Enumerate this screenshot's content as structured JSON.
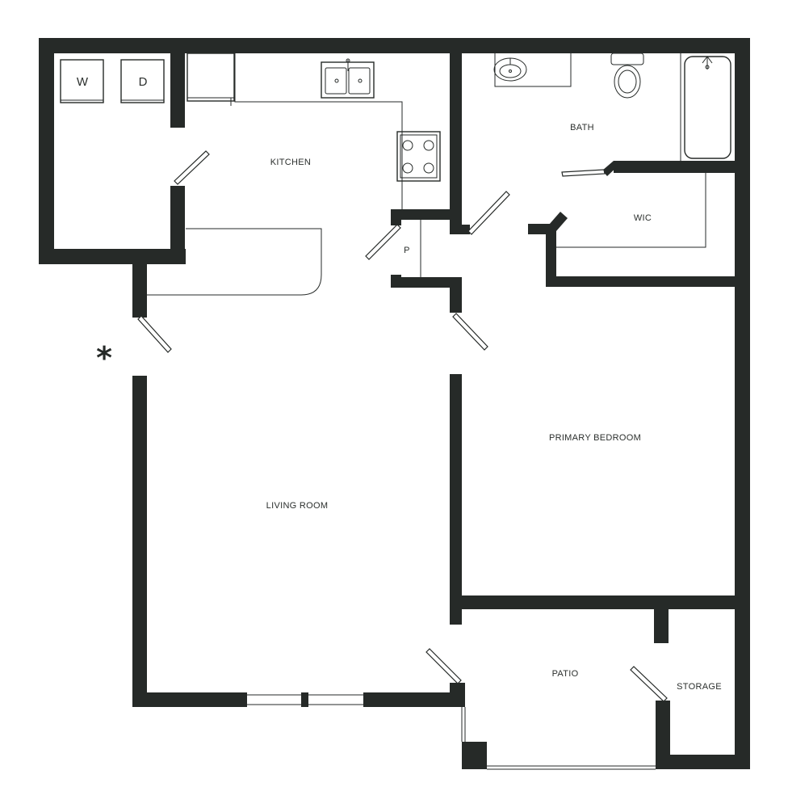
{
  "rooms": {
    "kitchen": "KITCHEN",
    "bath": "BATH",
    "wic": "WIC",
    "pantry": "P",
    "primary_bedroom": "PRIMARY BEDROOM",
    "living_room": "LIVING ROOM",
    "patio": "PATIO",
    "storage": "STORAGE"
  },
  "appliances": {
    "washer": "W",
    "dryer": "D"
  },
  "entry_marker": "*",
  "colors": {
    "wall": "#262a28",
    "background": "#ffffff"
  }
}
